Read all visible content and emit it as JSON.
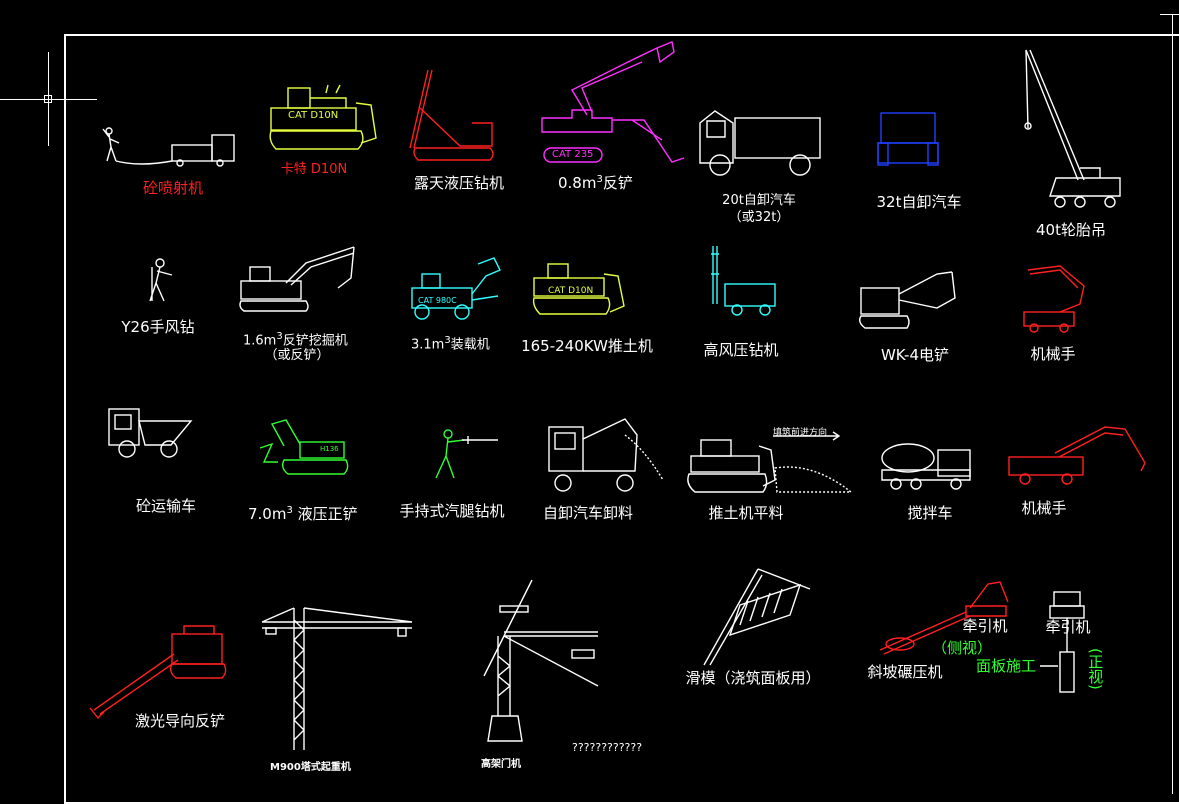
{
  "labels": {
    "shotcrete_machine": "砼喷射机",
    "cat_d10n": "卡特 D10N",
    "open_pit_drill": "露天液压钻机",
    "backhoe_08_pre": "0.8m",
    "backhoe_08_sup": "3",
    "backhoe_08_post": "反铲",
    "dump_truck_20t_line1": "20t自卸汽车",
    "dump_truck_20t_line2": "（或32t）",
    "dump_truck_32t": "32t自卸汽车",
    "tire_crane_40t": "40t轮胎吊",
    "y26_drill": "Y26手风钻",
    "backhoe_16_pre": "1.6m",
    "backhoe_16_sup": "3",
    "backhoe_16_post": "反铲挖掘机",
    "backhoe_16_line2": "（或反铲）",
    "loader_31_pre": "3.1m",
    "loader_31_sup": "3",
    "loader_31_post": "装载机",
    "bulldozer_165": "165-240KW推土机",
    "high_pressure_drill": "高风压钻机",
    "wk4_shovel": "WK-4电铲",
    "manipulator_1": "机械手",
    "concrete_truck": "砼运输车",
    "shovel_70_pre": "7.0m",
    "shovel_70_sup": "3",
    "shovel_70_post": " 液压正铲",
    "handheld_drill": "手持式汽腿钻机",
    "dump_unload": "自卸汽车卸料",
    "bulldozer_level": "推土机平料",
    "fill_direction": "填筑前进方向",
    "mixer_truck": "搅拌车",
    "manipulator_2": "机械手",
    "laser_backhoe": "激光导向反铲",
    "tower_crane": "M900塔式起重机",
    "gantry_crane": "高架门机",
    "question_marks": "????????????",
    "slipform": "滑模（浇筑面板用）",
    "tractor_1": "牵引机",
    "tractor_2": "牵引机",
    "side_view": "（侧视）",
    "slope_roller": "斜坡碾压机",
    "panel_construction": "面板施工",
    "front_view": "(正视)",
    "cat_d10n_plate": "CAT D10N",
    "cat_235_plate": "CAT 235",
    "cat_980c_plate": "CAT 980C",
    "cat_d10n_plate_2": "CAT D10N",
    "h136_plate": "H136"
  },
  "colors": {
    "background": "#000000",
    "white": "#ffffff",
    "red": "#ff2020",
    "yellow": "#e8ff40",
    "magenta": "#ff30ff",
    "blue": "#2040ff",
    "cyan": "#30ffff",
    "green": "#30ff30"
  }
}
